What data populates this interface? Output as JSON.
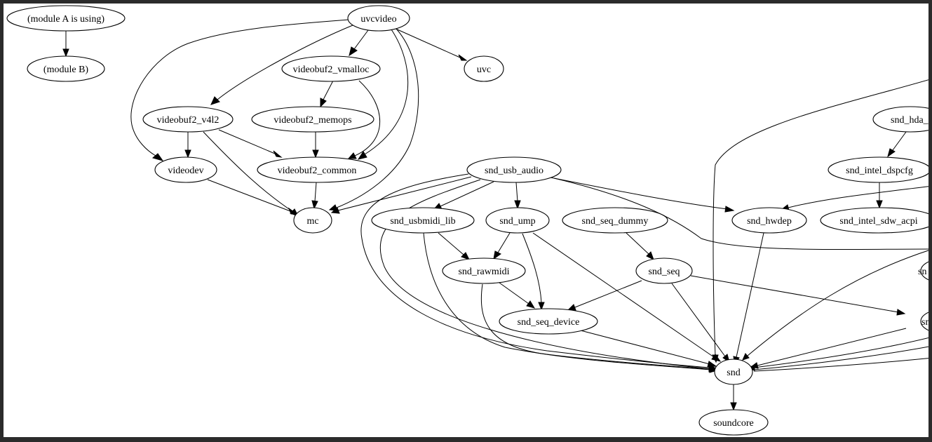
{
  "diagram": {
    "type": "module-dependency-graph",
    "nodes": [
      {
        "id": "legend_a",
        "label": "(module A is using)"
      },
      {
        "id": "legend_b",
        "label": "(module B)"
      },
      {
        "id": "uvcvideo",
        "label": "uvcvideo"
      },
      {
        "id": "videobuf2_vmalloc",
        "label": "videobuf2_vmalloc"
      },
      {
        "id": "uvc",
        "label": "uvc"
      },
      {
        "id": "videobuf2_v4l2",
        "label": "videobuf2_v4l2"
      },
      {
        "id": "videobuf2_memops",
        "label": "videobuf2_memops"
      },
      {
        "id": "videodev",
        "label": "videodev"
      },
      {
        "id": "videobuf2_common",
        "label": "videobuf2_common"
      },
      {
        "id": "mc",
        "label": "mc"
      },
      {
        "id": "snd_usb_audio",
        "label": "snd_usb_audio"
      },
      {
        "id": "snd_usbmidi_lib",
        "label": "snd_usbmidi_lib"
      },
      {
        "id": "snd_ump",
        "label": "snd_ump"
      },
      {
        "id": "snd_seq_dummy",
        "label": "snd_seq_dummy"
      },
      {
        "id": "snd_hwdep",
        "label": "snd_hwdep"
      },
      {
        "id": "snd_rawmidi",
        "label": "snd_rawmidi"
      },
      {
        "id": "snd_seq",
        "label": "snd_seq"
      },
      {
        "id": "snd_seq_device",
        "label": "snd_seq_device"
      },
      {
        "id": "snd",
        "label": "snd"
      },
      {
        "id": "soundcore",
        "label": "soundcore"
      },
      {
        "id": "snd_hda_partial",
        "label": "snd_hda_"
      },
      {
        "id": "snd_intel_dspcfg",
        "label": "snd_intel_dspcfg"
      },
      {
        "id": "snd_intel_sdw_acpi",
        "label": "snd_intel_sdw_acpi"
      },
      {
        "id": "sn_partial_1",
        "label": "sn"
      },
      {
        "id": "sn_partial_2",
        "label": "sn"
      }
    ],
    "edges": [
      {
        "from": "legend_a",
        "to": "legend_b"
      },
      {
        "from": "uvcvideo",
        "to": "videobuf2_vmalloc"
      },
      {
        "from": "uvcvideo",
        "to": "uvc"
      },
      {
        "from": "uvcvideo",
        "to": "videobuf2_v4l2"
      },
      {
        "from": "uvcvideo",
        "to": "videodev"
      },
      {
        "from": "uvcvideo",
        "to": "videobuf2_common"
      },
      {
        "from": "uvcvideo",
        "to": "mc"
      },
      {
        "from": "videobuf2_vmalloc",
        "to": "videobuf2_memops"
      },
      {
        "from": "videobuf2_vmalloc",
        "to": "videobuf2_common"
      },
      {
        "from": "videobuf2_v4l2",
        "to": "videodev"
      },
      {
        "from": "videobuf2_v4l2",
        "to": "videobuf2_common"
      },
      {
        "from": "videobuf2_v4l2",
        "to": "mc"
      },
      {
        "from": "videobuf2_memops",
        "to": "videobuf2_common"
      },
      {
        "from": "videodev",
        "to": "mc"
      },
      {
        "from": "videobuf2_common",
        "to": "mc"
      },
      {
        "from": "snd_usb_audio",
        "to": "mc"
      },
      {
        "from": "snd_usb_audio",
        "to": "snd_usbmidi_lib"
      },
      {
        "from": "snd_usb_audio",
        "to": "snd_ump"
      },
      {
        "from": "snd_usb_audio",
        "to": "snd_hwdep"
      },
      {
        "from": "snd_usb_audio",
        "to": "snd"
      },
      {
        "from": "snd_usb_audio",
        "to": "sn_partial_2"
      },
      {
        "from": "snd_usbmidi_lib",
        "to": "snd_rawmidi"
      },
      {
        "from": "snd_usbmidi_lib",
        "to": "snd"
      },
      {
        "from": "snd_ump",
        "to": "snd_rawmidi"
      },
      {
        "from": "snd_ump",
        "to": "snd_seq_device"
      },
      {
        "from": "snd_ump",
        "to": "snd"
      },
      {
        "from": "snd_seq_dummy",
        "to": "snd_seq"
      },
      {
        "from": "snd_rawmidi",
        "to": "snd_seq_device"
      },
      {
        "from": "snd_rawmidi",
        "to": "snd"
      },
      {
        "from": "snd_seq",
        "to": "snd_seq_device"
      },
      {
        "from": "snd_seq",
        "to": "snd"
      },
      {
        "from": "snd_seq",
        "to": "sn_partial_2"
      },
      {
        "from": "snd_seq_device",
        "to": "snd"
      },
      {
        "from": "snd_hwdep",
        "to": "snd"
      },
      {
        "from": "snd",
        "to": "soundcore"
      },
      {
        "from": "snd_hda_partial",
        "to": "snd_intel_dspcfg"
      },
      {
        "from": "snd_intel_dspcfg",
        "to": "snd_intel_sdw_acpi"
      },
      {
        "from": "sn_partial_2",
        "to": "snd"
      }
    ]
  }
}
